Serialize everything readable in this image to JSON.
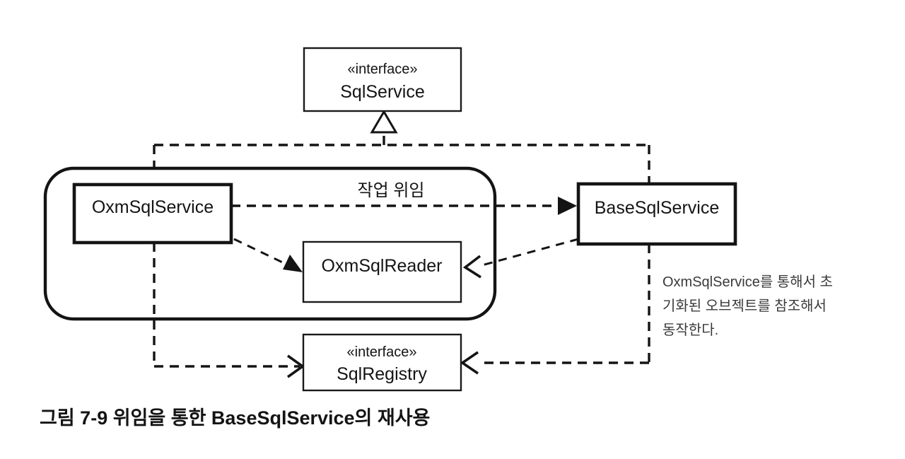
{
  "figure": {
    "caption": "그림 7-9 위임을 통한 BaseSqlService의 재사용",
    "background_color": "#ffffff",
    "line_color": "#141414"
  },
  "nodes": {
    "sql_service": {
      "stereotype": "«interface»",
      "name": "SqlService"
    },
    "oxm_sql_service": {
      "name": "OxmSqlService"
    },
    "oxm_sql_reader": {
      "name": "OxmSqlReader"
    },
    "base_sql_service": {
      "name": "BaseSqlService"
    },
    "sql_registry": {
      "stereotype": "«interface»",
      "name": "SqlRegistry"
    }
  },
  "edges": {
    "delegation_label": "작업 위임"
  },
  "note": {
    "lines": [
      "OxmSqlService를 통해서 초",
      "기화된 오브젝트를 참조해서",
      "동작한다."
    ]
  }
}
